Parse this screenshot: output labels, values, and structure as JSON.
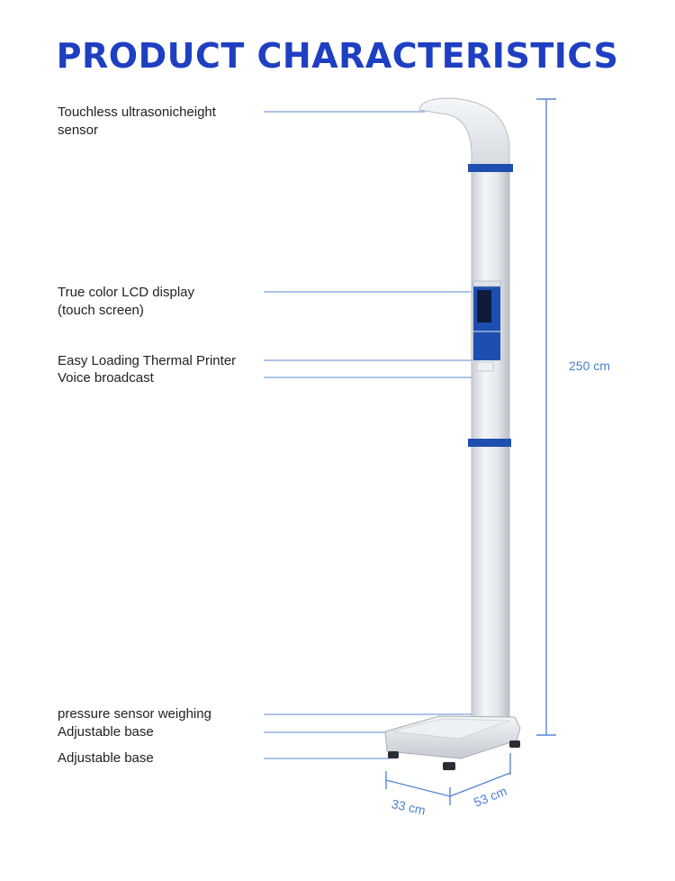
{
  "title": "PRODUCT CHARACTERISTICS",
  "features": [
    {
      "line1": "Touchless ultrasonicheight",
      "line2": "sensor"
    },
    {
      "line1": "True color LCD display",
      "line2": "(touch screen)"
    },
    {
      "line1": "Easy Loading Thermal Printer",
      "line2": ""
    },
    {
      "line1": "Voice broadcast",
      "line2": ""
    },
    {
      "line1": "pressure sensor weighing",
      "line2": ""
    },
    {
      "line1": "Adjustable base",
      "line2": ""
    },
    {
      "line1": "Adjustable base",
      "line2": ""
    }
  ],
  "dimensions": {
    "height": "250 cm",
    "width": "33 cm",
    "depth": "53 cm"
  },
  "colors": {
    "title": "#1f3fc2",
    "leader_line": "#5b86d6",
    "accent_band": "#1e4fb0",
    "body": "#e4e8ec"
  }
}
